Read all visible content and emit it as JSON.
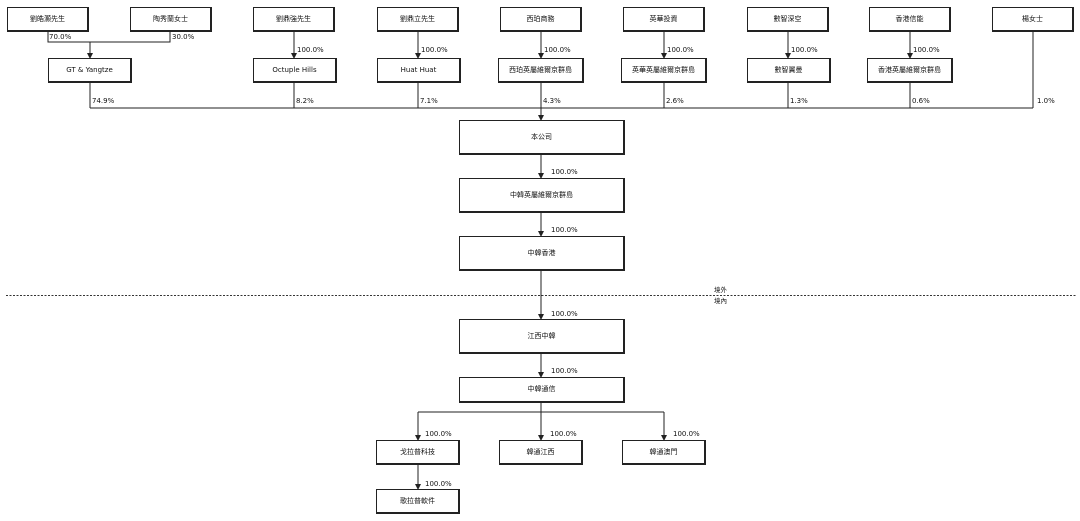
{
  "shareholders": {
    "liu_haoxian": "劉皓灝先生",
    "tao_xiulan": "陶秀蘭女士",
    "liu_dingqiang": "劉鼎強先生",
    "liu_dingli": "劉鼎立先生",
    "xibo_commerce": "西珀商務",
    "yinghua_invest": "英華投資",
    "shuzhi_shenkong": "數智深空",
    "hk_xinneng": "香港信能",
    "yang_nvshi": "楊女士"
  },
  "holding_entities": {
    "gt_yangtze": "GT & Yangtze",
    "octuple_hills": "Octuple Hills",
    "huat_huat": "Huat Huat",
    "xibo_bvi": "西珀英屬維爾京群島",
    "yinghua_bvi": "英華英屬維爾京群島",
    "shuzhi_jiyi": "數智翼曼",
    "xinneng_bvi": "香港英屬維爾京群島"
  },
  "percentages": {
    "liu_haoxian_to_gt": "70.0%",
    "tao_to_gt": "30.0%",
    "liu_dingqiang_to_octuple": "100.0%",
    "liu_dingli_to_huat": "100.0%",
    "xibo_to_bvi": "100.0%",
    "yinghua_to_bvi": "100.0%",
    "shuzhi_to_jiyi": "100.0%",
    "xinneng_to_bvi": "100.0%",
    "gt_to_company": "74.9%",
    "octuple_to_company": "8.2%",
    "huat_to_company": "7.1%",
    "xibo_bvi_to_company": "4.3%",
    "yinghua_bvi_to_company": "2.6%",
    "jiyi_to_company": "1.3%",
    "xinneng_bvi_to_company": "0.6%",
    "yang_to_company": "1.0%",
    "company_to_zhonghan_bvi": "100.0%",
    "zhonghan_bvi_to_hk": "100.0%",
    "hk_to_jiangxi": "100.0%",
    "jiangxi_to_tongxin": "100.0%",
    "tongxin_to_gelapu": "100.0%",
    "tongxin_to_jiangxi_sub": "100.0%",
    "tongxin_to_macau": "100.0%",
    "gelapu_to_software": "100.0%"
  },
  "company_chain": {
    "company": "本公司",
    "zhonghan_bvi": "中韓英屬維爾京群島",
    "zhonghan_hk": "中韓香港",
    "jiangxi_zhonghan": "江西中韓",
    "zhonghan_tongxin": "中韓通信"
  },
  "subsidiaries": {
    "gelapu_tech": "戈拉普科技",
    "hantong_jiangxi": "韓通江西",
    "hantong_macau": "韓通澳門",
    "gelapu_software": "歌拉普軟件"
  },
  "zones": {
    "offshore": "境外",
    "onshore": "境內"
  },
  "colors": {
    "line": "#222222",
    "box_border": "#222222",
    "divider": "#333333"
  }
}
